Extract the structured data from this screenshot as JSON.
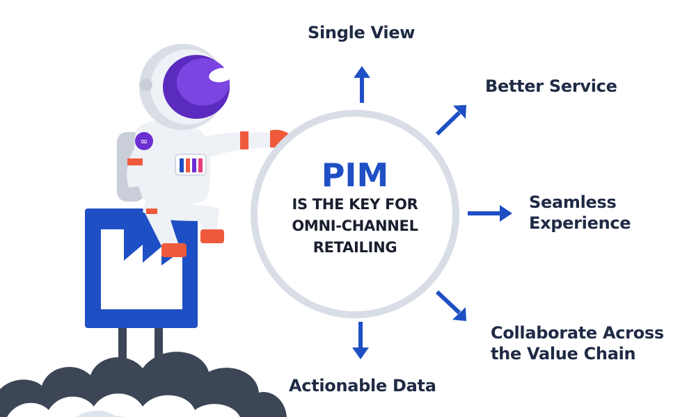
{
  "center": {
    "title": "PIM",
    "tagline_lines": [
      "IS THE KEY FOR",
      "OMNI-CHANNEL",
      "RETAILING"
    ]
  },
  "benefits": {
    "top": "Single View",
    "top_right": "Better Service",
    "right_line1": "Seamless",
    "right_line2": "Experience",
    "bottom_right_line1": "Collaborate Across",
    "bottom_right_line2": "the Value Chain",
    "bottom": "Actionable Data"
  },
  "colors": {
    "accent_blue": "#1f4fc4",
    "arrow_blue": "#1f4fc4",
    "circle_ring": "#d9dde6",
    "text_dark": "#1f2a44",
    "suit_orange": "#ef5a3c",
    "visor_purple": "#6a2fd1"
  },
  "icons": [
    "astronaut-illustration",
    "factory-icon",
    "cloud-smoke",
    "arrow-icon"
  ]
}
